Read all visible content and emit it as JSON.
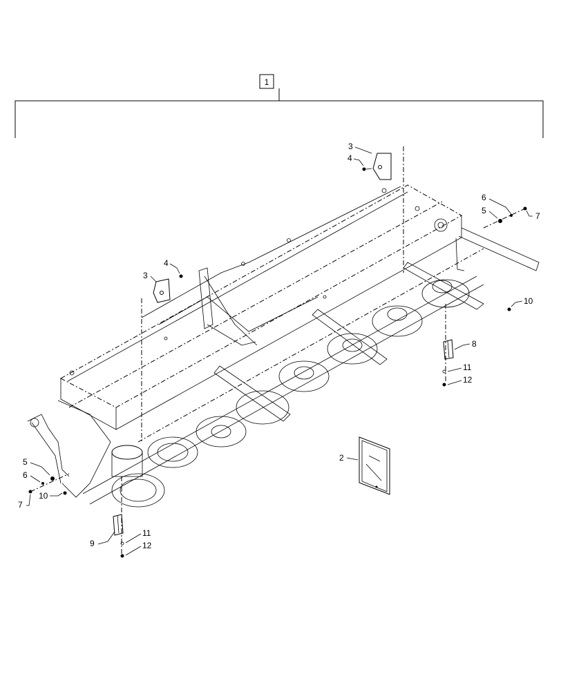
{
  "assembly_label": "1",
  "callouts": {
    "c3_top": "3",
    "c4_top": "4",
    "c3_mid": "3",
    "c4_mid": "4",
    "c6_right": "6",
    "c5_right": "5",
    "c7_right": "7",
    "c10_right": "10",
    "c8": "8",
    "c11_right": "11",
    "c12_right": "12",
    "c2": "2",
    "c5_left": "5",
    "c6_left": "6",
    "c7_left": "7",
    "c10_left": "10",
    "c9": "9",
    "c11_left": "11",
    "c12_left": "12"
  }
}
